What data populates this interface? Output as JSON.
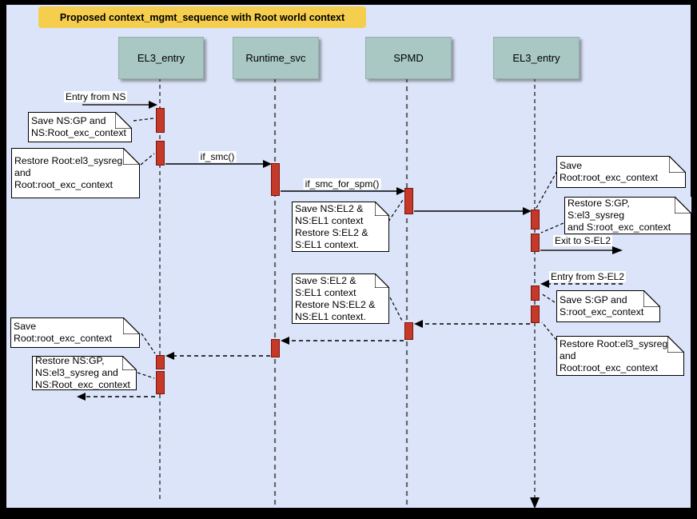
{
  "title": "Proposed context_mgmt_sequence with Root world context",
  "lifelines": [
    {
      "label": "EL3_entry"
    },
    {
      "label": "Runtime_svc"
    },
    {
      "label": "SPMD"
    },
    {
      "label": "EL3_entry"
    }
  ],
  "messages": {
    "entry_from_ns": "Entry from NS",
    "if_smc": "if_smc()",
    "if_smc_for_spm": "if_smc_for_spm()",
    "exit_to_s_el2": "Exit to S-EL2",
    "entry_from_s_el2": "Entry from S-EL2"
  },
  "notes": {
    "n1": "Save NS:GP and\nNS:Root_exc_context",
    "n2": "Restore Root:el3_sysreg\nand\nRoot:root_exc_context",
    "n3": "Save NS:EL2 &\nNS:EL1 context\nRestore S:EL2 &\nS:EL1 context.",
    "n4": "Save Root:root_exc_context",
    "n5": "Restore S:GP, S:el3_sysreg\nand S:root_exc_context",
    "n6": "Save S:GP and\nS:root_exc_context",
    "n7": "Restore Root:el3_sysreg\nand\nRoot:root_exc_context",
    "n8": "Save S:EL2 &\nS:EL1 context\nRestore NS:EL2 &\nNS:EL1 context.",
    "n9": "Save Root:root_exc_context",
    "n10": "Restore NS:GP,\nNS:el3_sysreg and\nNS:Root_exc_context"
  },
  "colors": {
    "background": "#dbe4f9",
    "title_fill": "#f6ce4d",
    "lifeline_head_fill": "#a9c7c3",
    "activation_fill": "#c53929",
    "activation_border": "#7e120b",
    "note_fill": "#ffffff",
    "frame": "#000000"
  }
}
